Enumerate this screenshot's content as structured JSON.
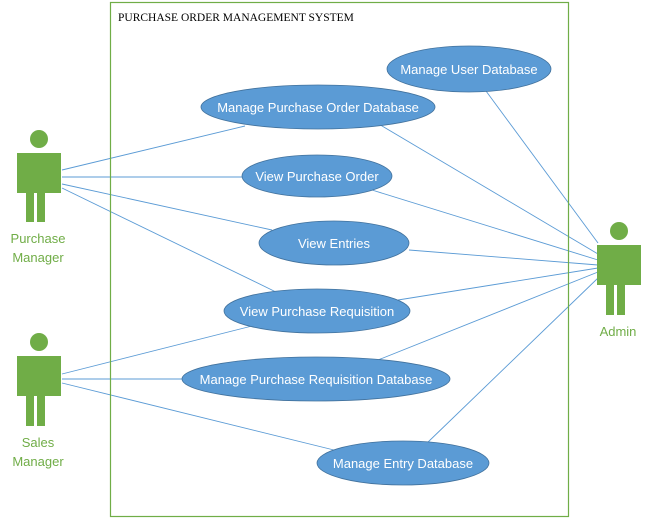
{
  "colors": {
    "system_border": "#70ad47",
    "actor": "#70ad47",
    "actor_label": "#70ad47",
    "use_case_fill": "#5b9bd5",
    "use_case_text": "#ffffff",
    "association": "#5b9bd5"
  },
  "system": {
    "title": "PURCHASE ORDER MANAGEMENT SYSTEM"
  },
  "actors": {
    "purchase_manager": {
      "line1": "Purchase",
      "line2": "Manager"
    },
    "sales_manager": {
      "line1": "Sales",
      "line2": "Manager"
    },
    "admin": {
      "line1": "Admin"
    }
  },
  "use_cases": {
    "manage_user_db": "Manage User Database",
    "manage_po_db": "Manage Purchase Order Database",
    "view_po": "View Purchase Order",
    "view_entries": "View Entries",
    "view_pr": "View Purchase Requisition",
    "manage_pr_db": "Manage Purchase Requisition Database",
    "manage_entry_db": "Manage Entry Database"
  },
  "associations": [
    {
      "actor": "purchase_manager",
      "use_case": "manage_po_db"
    },
    {
      "actor": "purchase_manager",
      "use_case": "view_po"
    },
    {
      "actor": "purchase_manager",
      "use_case": "view_entries"
    },
    {
      "actor": "purchase_manager",
      "use_case": "view_pr"
    },
    {
      "actor": "sales_manager",
      "use_case": "view_pr"
    },
    {
      "actor": "sales_manager",
      "use_case": "manage_pr_db"
    },
    {
      "actor": "sales_manager",
      "use_case": "manage_entry_db"
    },
    {
      "actor": "admin",
      "use_case": "manage_user_db"
    },
    {
      "actor": "admin",
      "use_case": "manage_po_db"
    },
    {
      "actor": "admin",
      "use_case": "view_po"
    },
    {
      "actor": "admin",
      "use_case": "view_entries"
    },
    {
      "actor": "admin",
      "use_case": "view_pr"
    },
    {
      "actor": "admin",
      "use_case": "manage_pr_db"
    },
    {
      "actor": "admin",
      "use_case": "manage_entry_db"
    }
  ]
}
